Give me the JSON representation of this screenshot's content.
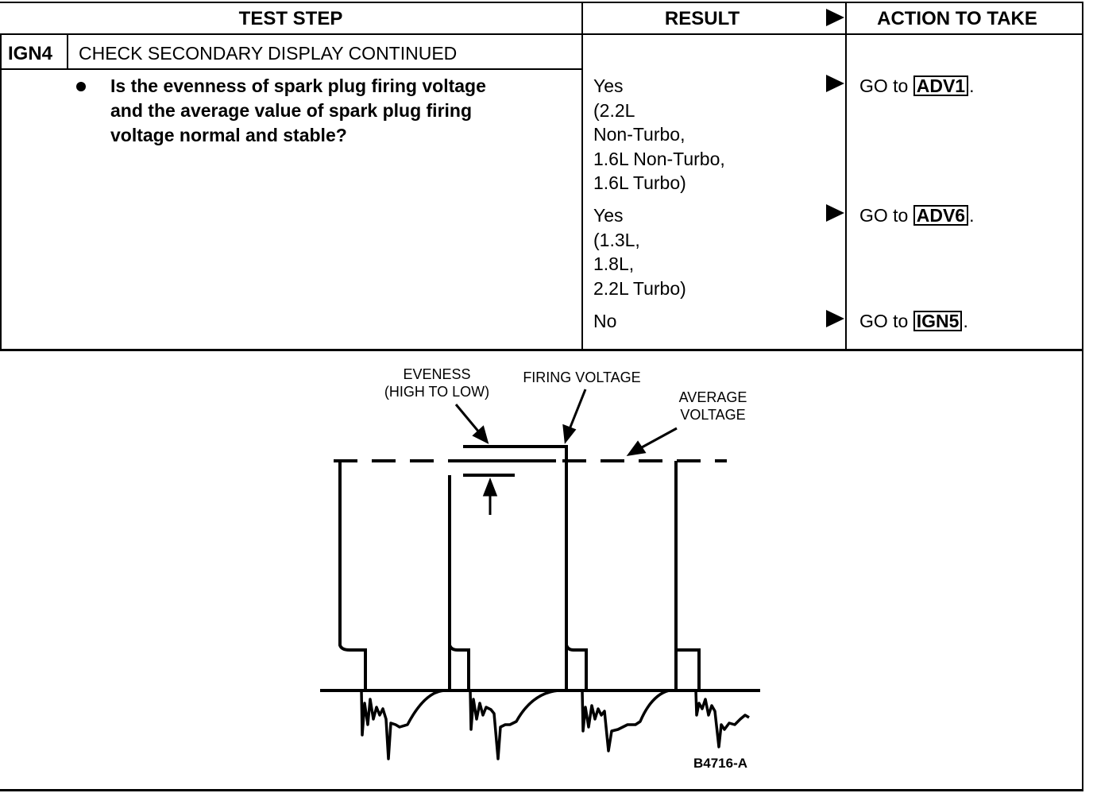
{
  "header": {
    "test_step": "TEST STEP",
    "result": "RESULT",
    "action": "ACTION TO TAKE"
  },
  "step": {
    "id": "IGN4",
    "title": "CHECK SECONDARY DISPLAY CONTINUED",
    "question": "Is the evenness of spark plug firing voltage\nand the average value of spark plug firing\nvoltage normal and stable?"
  },
  "results": [
    {
      "result": "Yes\n(2.2L\nNon-Turbo,\n1.6L Non-Turbo,\n1.6L Turbo)",
      "action_prefix": "GO to",
      "action_ref": "ADV1",
      "action_suffix": "."
    },
    {
      "result": "Yes\n(1.3L,\n1.8L,\n2.2L Turbo)",
      "action_prefix": "GO to",
      "action_ref": "ADV6",
      "action_suffix": "."
    },
    {
      "result": "No",
      "action_prefix": "GO to",
      "action_ref": "IGN5",
      "action_suffix": "."
    }
  ],
  "diagram": {
    "label_evenness": "EVENESS\n(HIGH TO LOW)",
    "label_firing": "FIRING VOLTAGE",
    "label_average": "AVERAGE\nVOLTAGE",
    "figure_id": "B4716-A"
  }
}
